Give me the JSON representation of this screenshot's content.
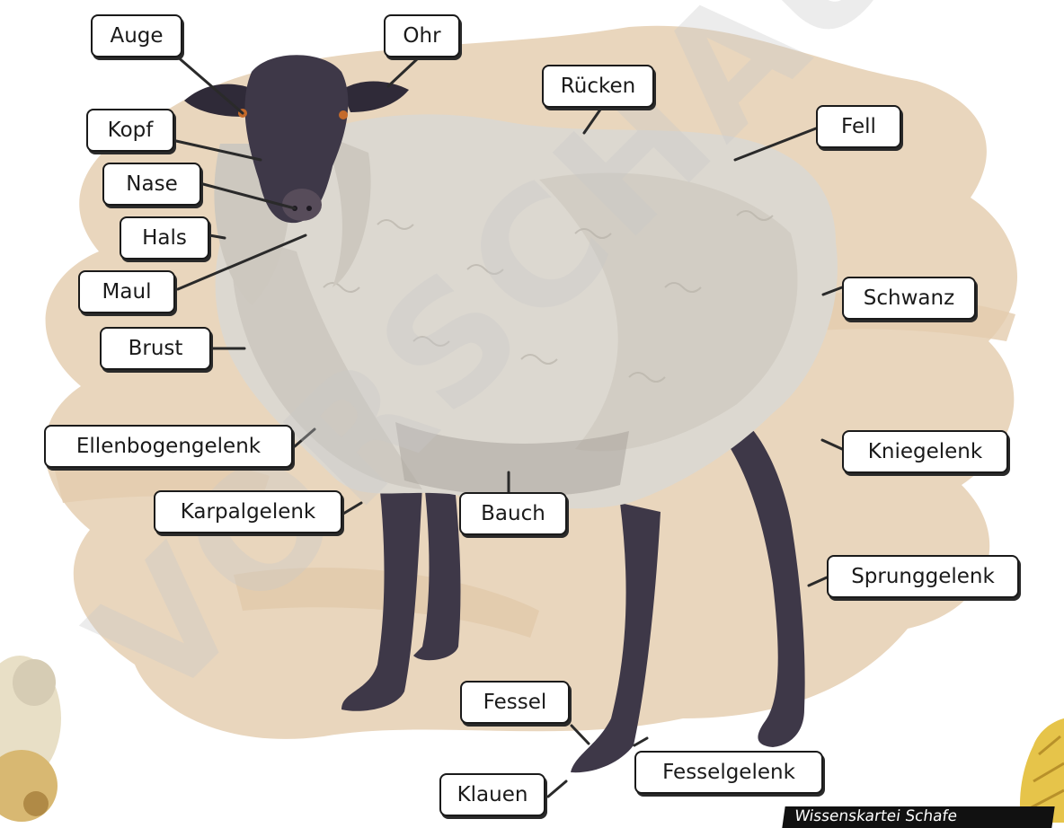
{
  "diagram": {
    "labels": {
      "auge": "Auge",
      "ohr": "Ohr",
      "ruecken": "Rücken",
      "kopf": "Kopf",
      "fell": "Fell",
      "nase": "Nase",
      "hals": "Hals",
      "maul": "Maul",
      "schwanz": "Schwanz",
      "brust": "Brust",
      "ellenbogengelenk": "Ellenbogengelenk",
      "kniegelenk": "Kniegelenk",
      "karpalgelenk": "Karpalgelenk",
      "bauch": "Bauch",
      "sprunggelenk": "Sprunggelenk",
      "fessel": "Fessel",
      "fesselgelenk": "Fesselgelenk",
      "klauen": "Klauen"
    },
    "footer_banner": "Wissenskartei Schafe",
    "watermark": "VORSCHAU"
  },
  "colors": {
    "background_wash": "#e9d6bd",
    "wool": "#dcd8d0",
    "wool_shadow": "#a9a49c",
    "head_legs": "#3e3848",
    "label_border": "#1a1a1a"
  }
}
